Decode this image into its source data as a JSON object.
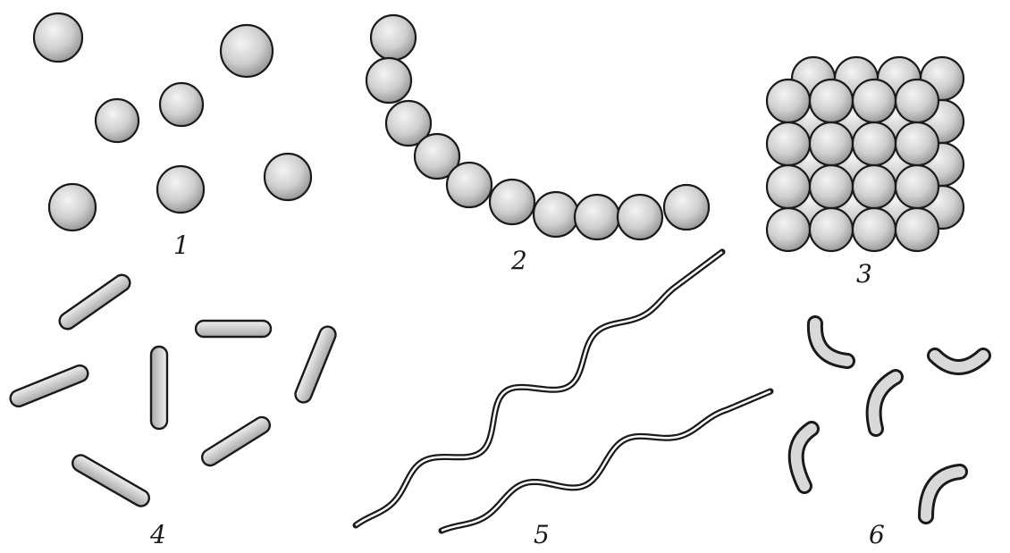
{
  "colors": {
    "ink": "#1a1a1a",
    "cell_fill": "#d6d6d6",
    "cell_shade": "#8a8a8a",
    "paper": "#ffffff"
  },
  "panels": [
    {
      "id": "cocci",
      "label": "1"
    },
    {
      "id": "streptococci",
      "label": "2"
    },
    {
      "id": "sarcina",
      "label": "3"
    },
    {
      "id": "bacilli",
      "label": "4"
    },
    {
      "id": "spirilla",
      "label": "5"
    },
    {
      "id": "vibrios",
      "label": "6"
    }
  ]
}
